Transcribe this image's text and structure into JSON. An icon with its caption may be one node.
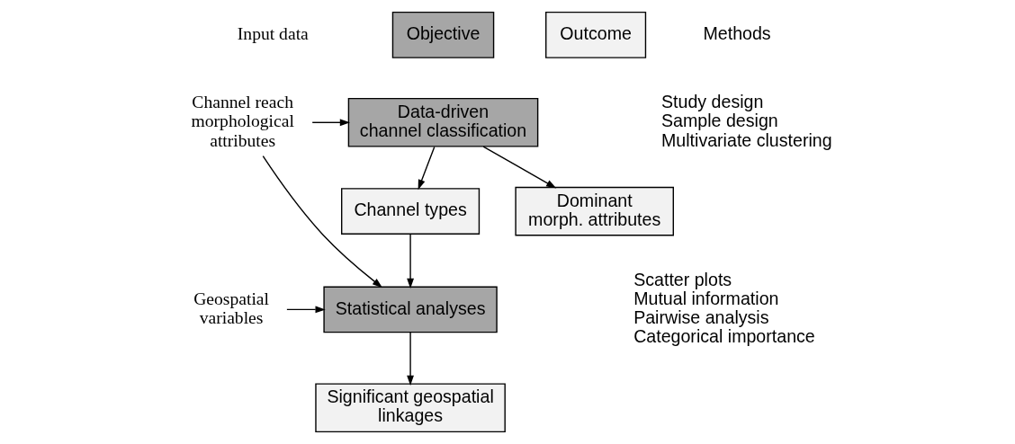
{
  "diagram": {
    "nodes": [
      {
        "text": [
          "Channel reach morphological attributes"
        ]
      },
      {
        "text": [
          "Data-driven channel classification"
        ]
      },
      {
        "text": [
          "Channel types"
        ]
      },
      {
        "text": [
          "Dominant morph. attributes"
        ]
      },
      {
        "text": [
          "Geospatial variables"
        ]
      },
      {
        "text": [
          "Statistical analyses"
        ]
      },
      {
        "text": [
          "Significant geospatial linkages"
        ]
      }
    ],
    "edges": [
      {
        "from": 0,
        "to": 1,
        "arrow": "to"
      },
      {
        "from": 0,
        "to": 5,
        "arrow": "to"
      },
      {
        "from": 1,
        "to": 2,
        "arrow": "to"
      },
      {
        "from": 1,
        "to": 3,
        "arrow": "to"
      },
      {
        "from": 2,
        "to": 5,
        "arrow": "to"
      },
      {
        "from": 4,
        "to": 5,
        "arrow": "to"
      },
      {
        "from": 5,
        "to": 6,
        "arrow": "to"
      }
    ],
    "labels": [
      "Input data",
      "Methods",
      "Study design",
      "Sample design",
      "Multivariate clustering",
      "Scatter plots",
      "Mutual information",
      "Pairwise analysis",
      "Categorical importance"
    ],
    "legend": [
      {
        "text": "Objective",
        "color": "#a6a6a6"
      },
      {
        "text": "Outcome",
        "color": "#f2f2f2"
      }
    ]
  }
}
